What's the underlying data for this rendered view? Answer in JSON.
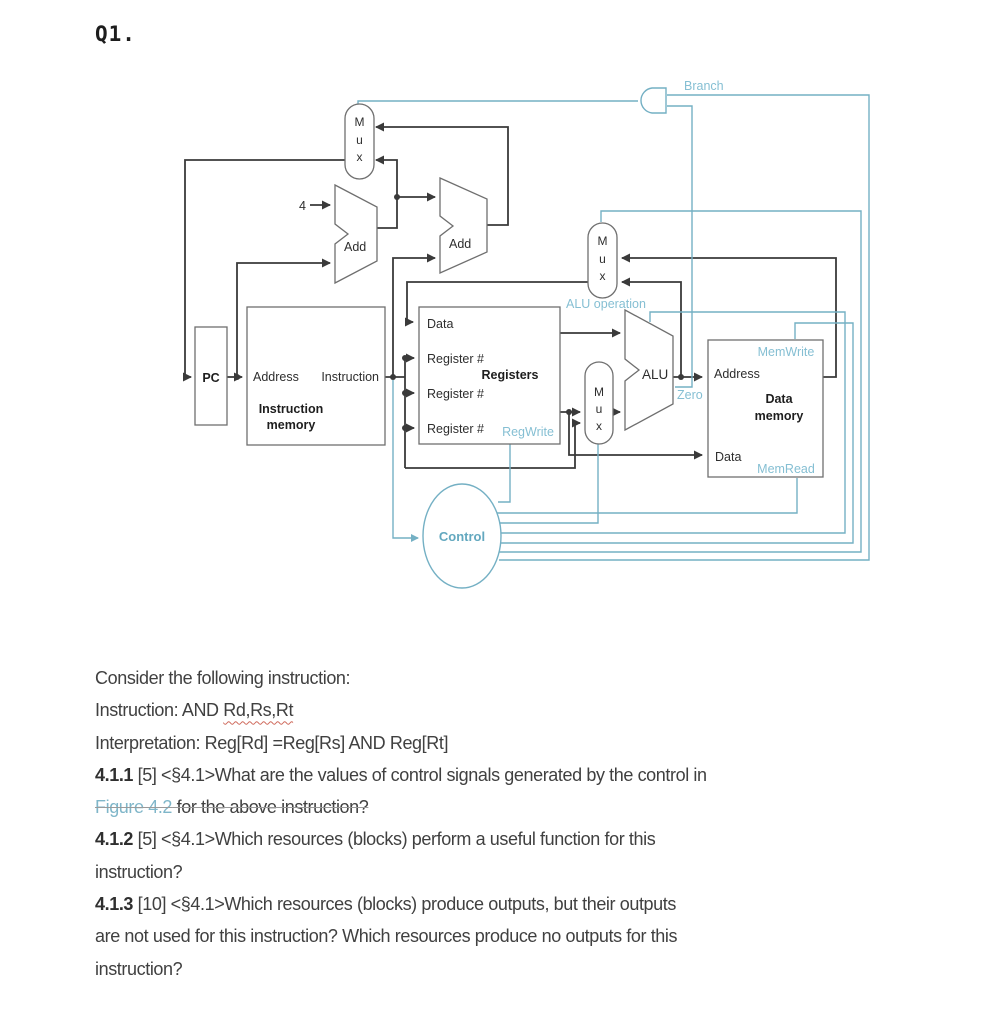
{
  "page": {
    "question_label": "Q1."
  },
  "diagram": {
    "labels": {
      "pc": "PC",
      "address": "Address",
      "instruction_port": "Instruction",
      "imem_title1": "Instruction",
      "imem_title2": "memory",
      "data_port": "Data",
      "reg_num": "Register #",
      "registers_title": "Registers",
      "regwrite": "RegWrite",
      "four": "4",
      "add": "Add",
      "alu": "ALU",
      "zero": "Zero",
      "alu_operation": "ALU operation",
      "branch": "Branch",
      "memwrite": "MemWrite",
      "dmem_address": "Address",
      "dmem_title1": "Data",
      "dmem_title2": "memory",
      "dmem_data_port": "Data",
      "memread": "MemRead",
      "control": "Control"
    },
    "mux_letters": [
      "M",
      "u",
      "x"
    ],
    "colors": {
      "wire": "#3a3a3a",
      "control_wire": "#74b0c4",
      "control_label": "#85bfd3",
      "box_stroke": "#6f6f6f"
    }
  },
  "text": {
    "l1": "Consider the following instruction:",
    "l2a": "Instruction: AND ",
    "l2b": "Rd,Rs,Rt",
    "l3": "Interpretation: Reg[Rd] =Reg[Rs] AND Reg[Rt]",
    "l4a": "4.1.1",
    "l4b": " [5] <§4.1>What are the values of control signals generated by the control in",
    "l5a": "Figure 4.2",
    "l5b": " for the above instruction?",
    "l6a": "4.1.2",
    "l6b": " [5] <§4.1>Which resources (blocks) perform a useful function for this",
    "l7": "instruction?",
    "l8a": "4.1.3",
    "l8b": " [10] <§4.1>Which resources (blocks) produce outputs, but their outputs",
    "l9": "are not used for this instruction? Which resources produce no outputs for this",
    "l10": "instruction?"
  },
  "colors": {
    "body_text": "#404040",
    "link": "#7fb6c9",
    "squiggle": "#cf6a5c"
  }
}
